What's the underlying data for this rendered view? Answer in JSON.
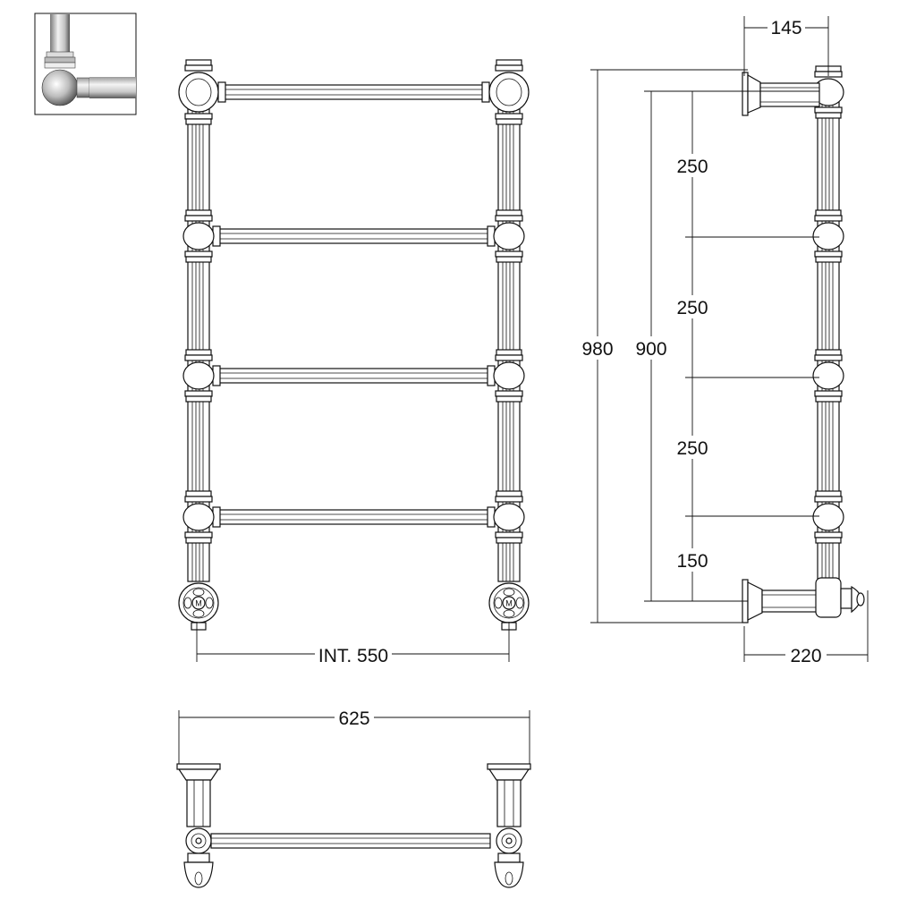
{
  "colors": {
    "line": "#111111",
    "background": "#ffffff",
    "chrome_dark": "#6a6a6a",
    "chrome_light": "#f2f2f2"
  },
  "front_view": {
    "int_width_label": "INT. 550",
    "valve_mark": "M"
  },
  "side_view": {
    "total_height": "980",
    "inner_height": "900",
    "depth_top": "145",
    "depth_bottom": "220",
    "spacings": [
      "250",
      "250",
      "250",
      "150"
    ]
  },
  "top_view": {
    "overall_width": "625"
  },
  "inset": {
    "icon": "chrome-joint-detail-icon"
  }
}
